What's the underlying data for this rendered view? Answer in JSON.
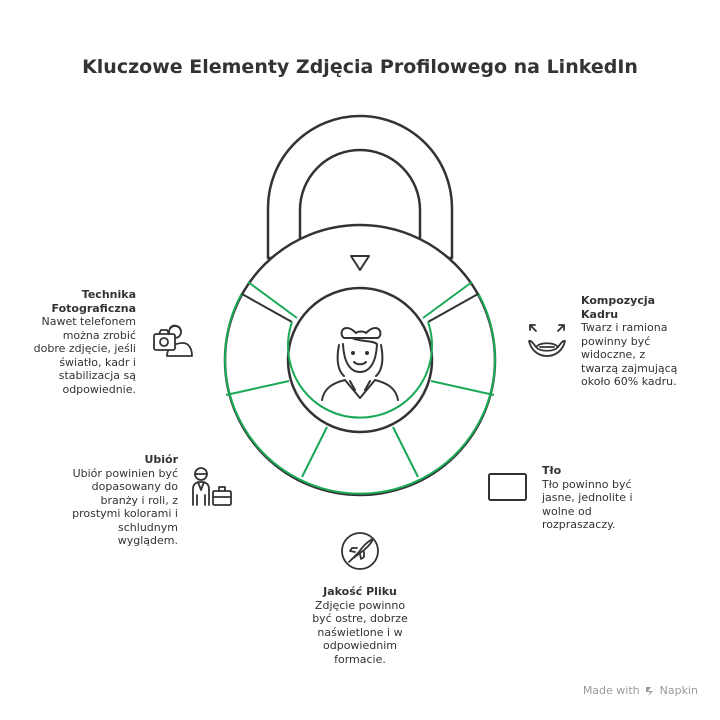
{
  "title": "Kluczowe Elementy Zdjęcia Profilowego na LinkedIn",
  "colors": {
    "accent": "#1aaa55",
    "stroke": "#333333",
    "text": "#333333",
    "footer": "#9a9a9a"
  },
  "sections": {
    "technika": {
      "heading_line1": "Technika",
      "heading_line2": "Fotograficzna",
      "body": [
        "Nawet telefonem",
        "można zrobić",
        "dobre zdjęcie, jeśli",
        "światło, kadr i",
        "stabilizacja są",
        "odpowiednie."
      ],
      "icon": "photographer-camera-icon"
    },
    "kompozycja": {
      "heading_line1": "Kompozycja",
      "heading_line2": "Kadru",
      "body": [
        "Twarz i ramiona",
        "powinny być",
        "widoczne, z",
        "twarzą zajmującą",
        "około 60% kadru."
      ],
      "icon": "face-frame-icon"
    },
    "ubior": {
      "heading": "Ubiór",
      "body": [
        "Ubiór powinien być",
        "dopasowany do",
        "branży i roli, z",
        "prostymi kolorami i",
        "schludnym",
        "wyglądem."
      ],
      "icon": "businessman-briefcase-icon"
    },
    "tlo": {
      "heading": "Tło",
      "body": [
        "Tło powinno być",
        "jasne, jednolite i",
        "wolne od",
        "rozpraszaczy."
      ],
      "icon": "blank-frame-icon"
    },
    "jakosc": {
      "heading": "Jakość Pliku",
      "body": [
        "Zdjęcie powinno",
        "być ostre, dobrze",
        "naświetlone i w",
        "odpowiednim",
        "formacie."
      ],
      "icon": "rocket-icon"
    }
  },
  "center_icon": "woman-avatar-icon",
  "footer": {
    "label": "Made with",
    "brand": "Napkin"
  }
}
